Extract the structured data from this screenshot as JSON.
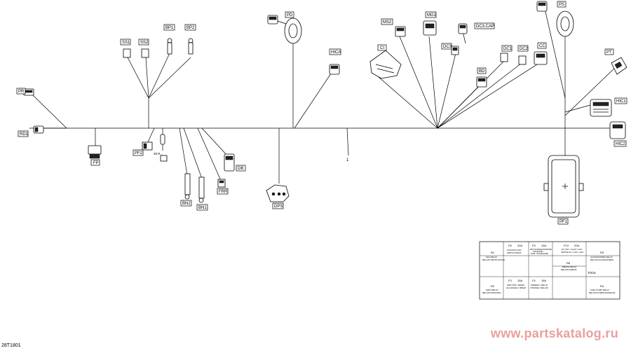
{
  "part_number": "1",
  "doc_number": "28T1801",
  "watermark": "www.partskatalog.ru",
  "labels": {
    "pr": "PR",
    "rd1": "RD1",
    "fp": "FP",
    "ss1": "SS1",
    "ss2": "SS2",
    "bp1": "BP1",
    "bp2": "BP2",
    "pf2": "PF2",
    "bn2": "BN2",
    "bn1": "BN1",
    "frr": "FRR",
    "db": "DB",
    "dps": "DPS",
    "pd": "PD",
    "hica": "HICA",
    "ci": "CI",
    "ms2": "MS2",
    "mg1": "MG1",
    "dc3cap": "DC3.CAP",
    "dc3": "DC3",
    "dc1": "DC1",
    "dc2": "DC2",
    "bd": "BD",
    "cc": "CC",
    "ps": "PS",
    "pt": "PT",
    "hic1": "HIC1",
    "hic2": "HIC2",
    "pf1": "PF1"
  },
  "fuse_table": {
    "r1": {
      "code": "R1",
      "text1": "FAN RELAY",
      "text2": "RELAIS VENTILATEUR"
    },
    "f6": {
      "code": "F6",
      "amp": "20A",
      "text1": "COOLING FAN",
      "text2": "VENTILATEUR"
    },
    "f5": {
      "code": "F5",
      "amp": "15A",
      "text1": "DDT ENGINE/STARTER",
      "text2": "SOLENOID",
      "text3": "ECM / SOLENOIDE"
    },
    "f13": {
      "code": "F13",
      "amp": "20A",
      "text1": "DC OUT / LIGHT / HAC",
      "text2": "SORTIE DC / LUM. / HAC"
    },
    "r3": {
      "code": "R3",
      "text1": "ACCESSORIES RELAY",
      "text2": "RELAIS ACCESSOIRES"
    },
    "r6": {
      "code": "R6",
      "text1": "BRAKE RELAY",
      "text2": "RELAIS FREINS"
    },
    "tool": "TOOL",
    "r2": {
      "code": "R2",
      "text1": "MAIN RELAY",
      "text2": "RELAIS PRINCIPAL"
    },
    "f3": {
      "code": "F3",
      "amp": "15A",
      "text1": "IGNITION / MPEM",
      "text2": "ALLUMAGE / MPEM"
    },
    "f4": {
      "code": "F4",
      "amp": "15A",
      "text1": "SPEEDO / RELAY",
      "text2": "VITESSE / RELAIS"
    },
    "r4": {
      "code": "R4",
      "text1": "FUEL PUMP RELAY",
      "text2": "RELAIS POMPE ESSENCE"
    }
  },
  "small_tag": "28 R..."
}
